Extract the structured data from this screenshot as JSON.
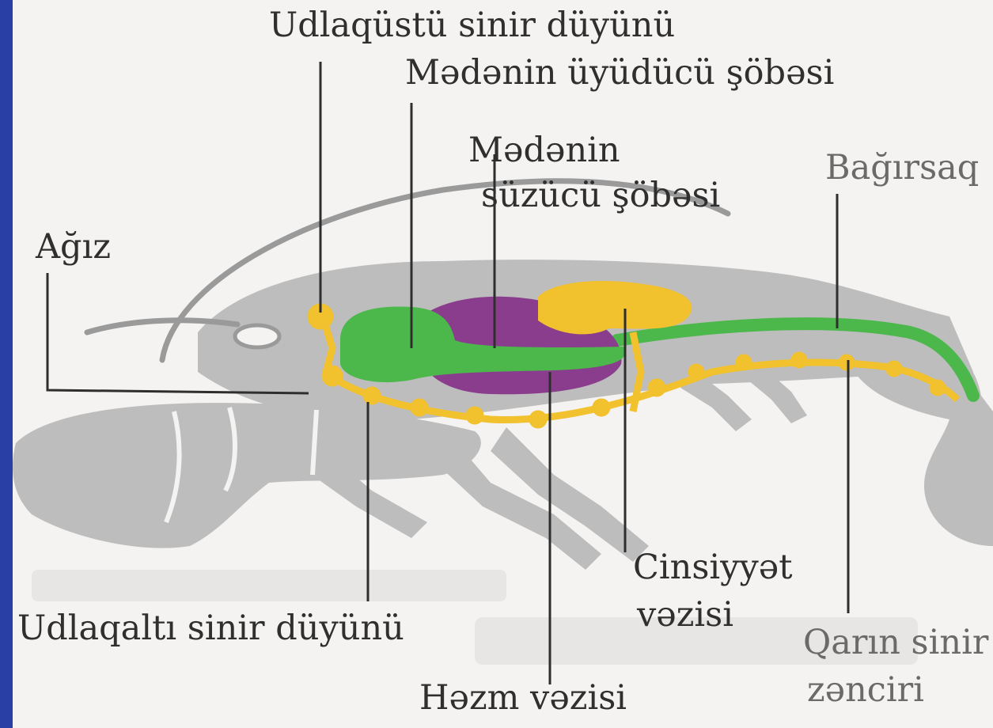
{
  "labels": {
    "udlaqustu": "Udlaqüstü sinir düyünü",
    "medenin_uyuducu": "Mədənin üyüdücü şöbəsi",
    "medenin_suzucu_1": "Mədənin",
    "medenin_suzucu_2": "süzücü şöbəsi",
    "bagirsaq": "Bağırsaq",
    "agiz": "Ağız",
    "cinsiyyet_1": "Cinsiyyət",
    "cinsiyyet_2": "vəzisi",
    "udlaqalti": "Udlaqaltı sinir düyünü",
    "hezm_vezisi": "Həzm vəzisi",
    "qarin_1": "Qarın sinir",
    "qarin_2": "zənciri"
  },
  "colors": {
    "left_band": "#2a3fa6",
    "background": "#f4f3f1",
    "body_gray": "#b9b9b9",
    "digestive_green": "#4cb84c",
    "stomach_purple": "#8a3d8c",
    "nerve_yellow": "#f2c12e",
    "leader_line": "#2e2e2e",
    "label_text": "#2f2f2f"
  }
}
